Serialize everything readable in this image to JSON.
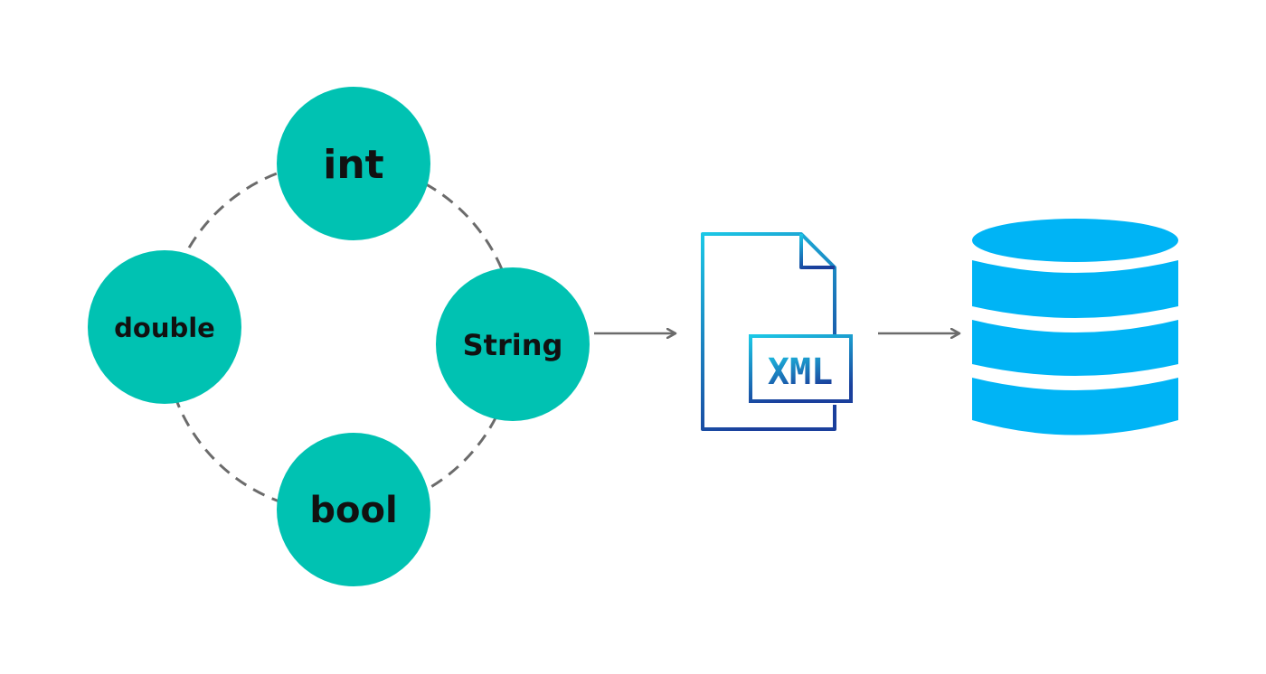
{
  "types": [
    {
      "label": "int"
    },
    {
      "label": "double"
    },
    {
      "label": "String"
    },
    {
      "label": "bool"
    }
  ],
  "xml_file": {
    "label": "XML"
  },
  "colors": {
    "node_fill": "#00c2b2",
    "dashed_ring": "#6b6b6b",
    "arrow": "#6b6b6b",
    "database": "#00b4f5",
    "xml_gradient_top": "#1cc8e6",
    "xml_gradient_bottom": "#1a3f9c"
  },
  "icons": {
    "file": "xml-file-icon",
    "database": "database-icon",
    "arrow": "arrow-right-icon"
  }
}
